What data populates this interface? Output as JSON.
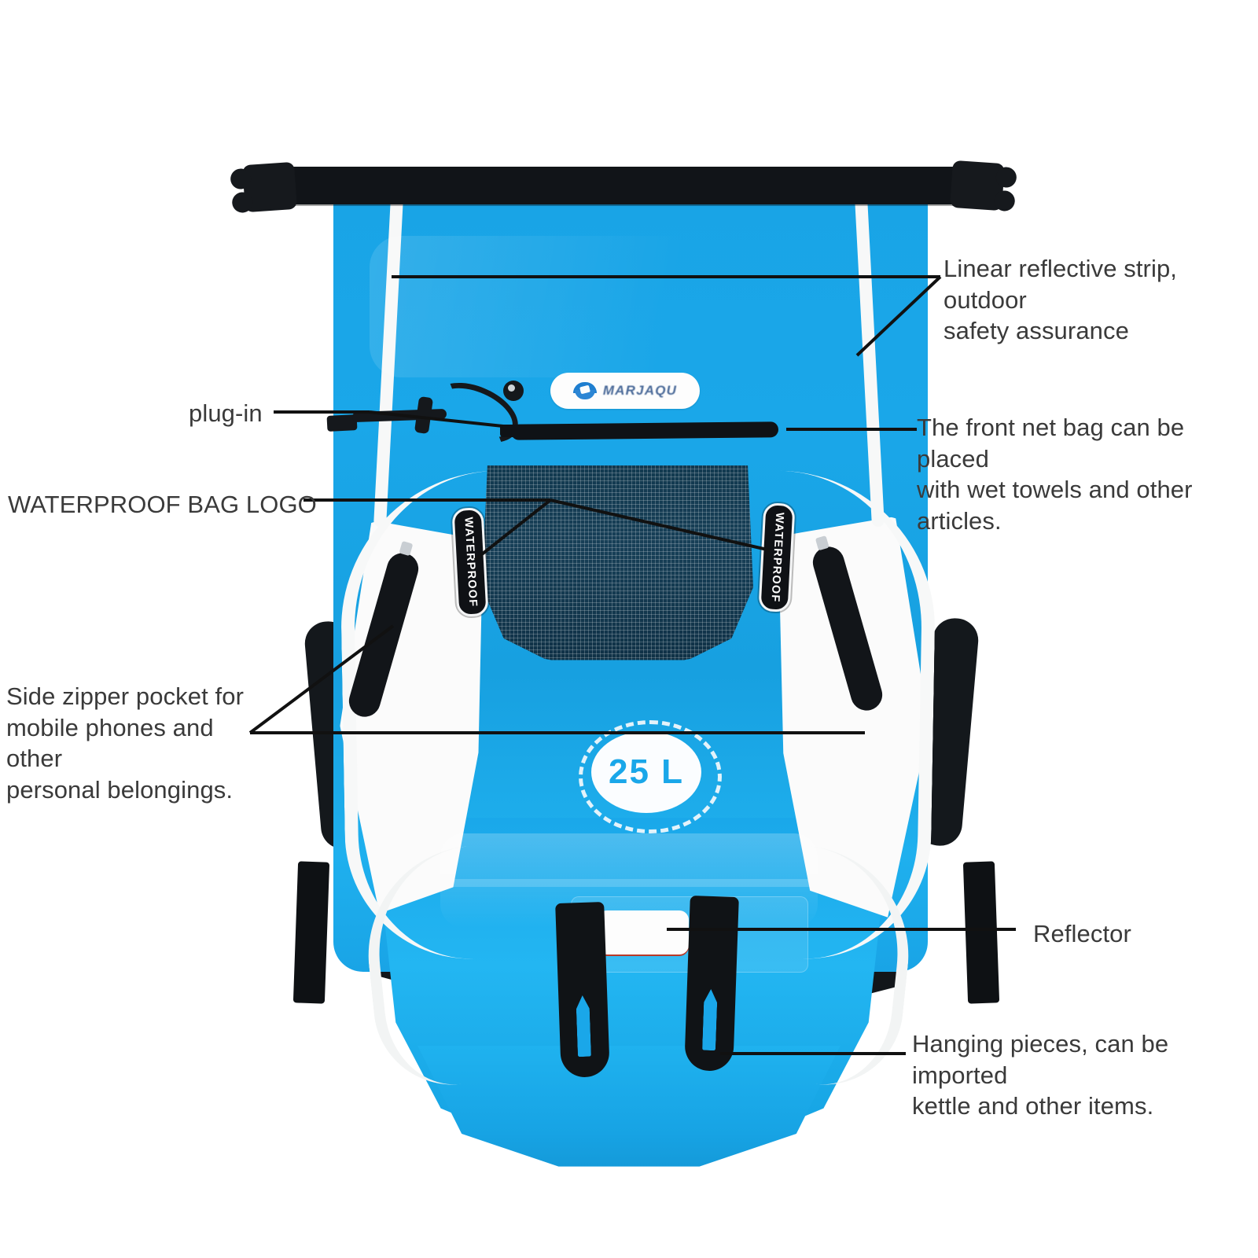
{
  "product": {
    "brand_logo_text": "MARJAQU",
    "brand_logo_icon": "wave-mountain-logo-icon",
    "capacity_badge": "25 L",
    "waterproof_tag_left": "WATERPROOF",
    "waterproof_tag_right": "WATERPROOF",
    "body_color": "#19a4e6",
    "accent_white": "#fbfbfb",
    "hardware_black": "#111418",
    "mesh_color": "#143c53"
  },
  "annotations": [
    {
      "id": "reflective-strip",
      "text": "Linear reflective strip, outdoor\nsafety assurance",
      "side": "right"
    },
    {
      "id": "plug-in",
      "text": "plug-in",
      "side": "left"
    },
    {
      "id": "front-net-bag",
      "text": "The front net bag can be placed\nwith wet towels and other articles.",
      "side": "right"
    },
    {
      "id": "waterproof-bag-logo",
      "text": "WATERPROOF BAG LOGO",
      "side": "left"
    },
    {
      "id": "side-zipper-pocket",
      "text": "Side zipper pocket for\nmobile phones and other\npersonal belongings.",
      "side": "left"
    },
    {
      "id": "reflector",
      "text": "Reflector",
      "side": "right"
    },
    {
      "id": "hanging-pieces",
      "text": "Hanging pieces, can be imported\nkettle and other items.",
      "side": "right"
    }
  ]
}
